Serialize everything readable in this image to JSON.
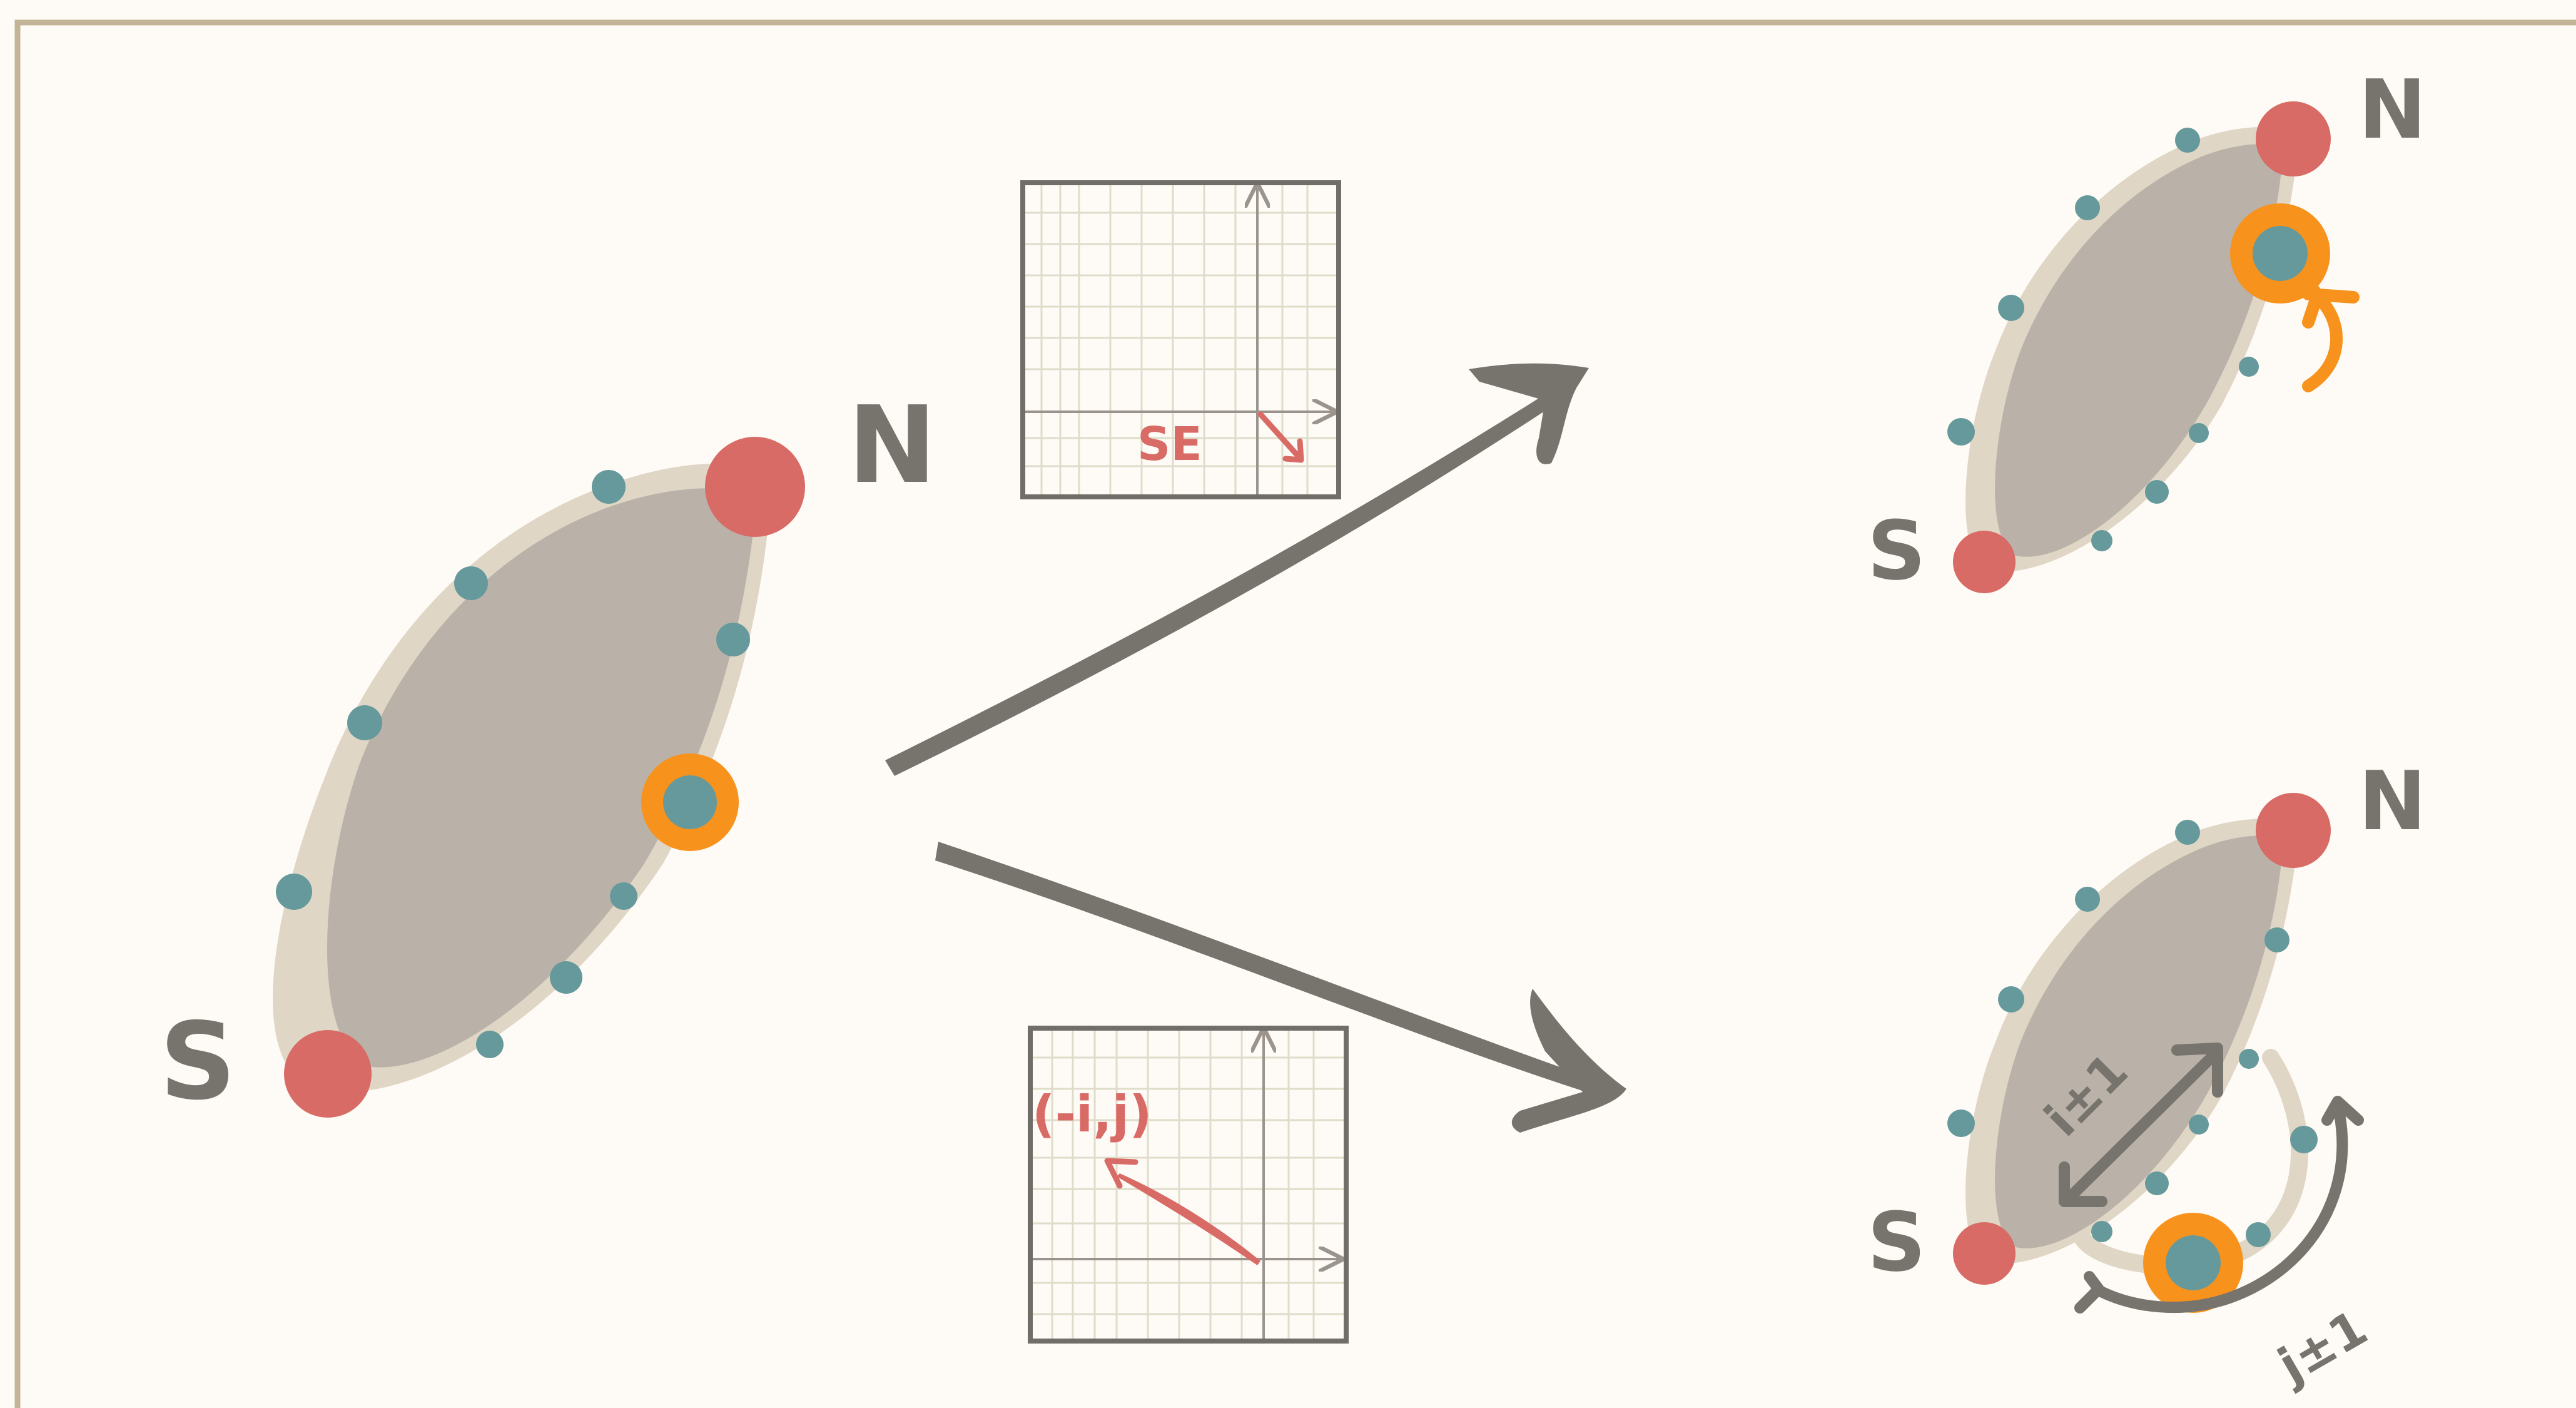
{
  "colors": {
    "background": "#fefbf6",
    "frame": "#c3b497",
    "ellipse_outer": "#e0d6c5",
    "ellipse_inner": "#bab2a9",
    "node_red": "#d86b66",
    "node_teal": "#66999b",
    "highlight_orange": "#f7921d",
    "ink": "#77736d",
    "grid_line": "#dfdcc9",
    "grid_border": "#716d68",
    "grid_axis": "#9a948d",
    "label_red": "#d86b66"
  },
  "left_diagram": {
    "north_label": "N",
    "south_label": "S"
  },
  "top_inset": {
    "direction_label": "SE"
  },
  "bottom_inset": {
    "vector_label": "(-i,j)"
  },
  "top_right_diagram": {
    "north_label": "N",
    "south_label": "S"
  },
  "bottom_right_diagram": {
    "north_label": "N",
    "south_label": "S",
    "i_label": "i±1",
    "j_label": "j±1"
  }
}
